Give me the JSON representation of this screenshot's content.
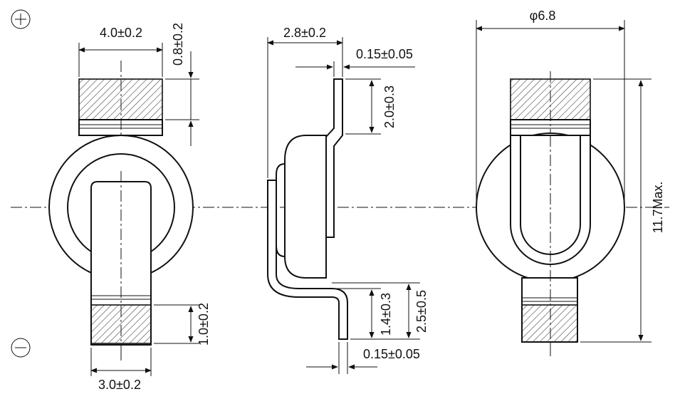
{
  "polarity": {
    "positive": "+",
    "negative": "−"
  },
  "dimensions": {
    "top_width": "4.0±0.2",
    "top_tab": "0.8±0.2",
    "bottom_tab": "1.0±0.2",
    "bottom_width": "3.0±0.2",
    "side_width": "2.8±0.2",
    "top_thickness": "0.15±0.05",
    "top_lead": "2.0±0.3",
    "bottom_lead_inner": "1.4±0.3",
    "bottom_lead_outer": "2.5±0.5",
    "bottom_thickness": "0.15±0.05",
    "diameter": "φ6.8",
    "height": "11.7Max."
  }
}
